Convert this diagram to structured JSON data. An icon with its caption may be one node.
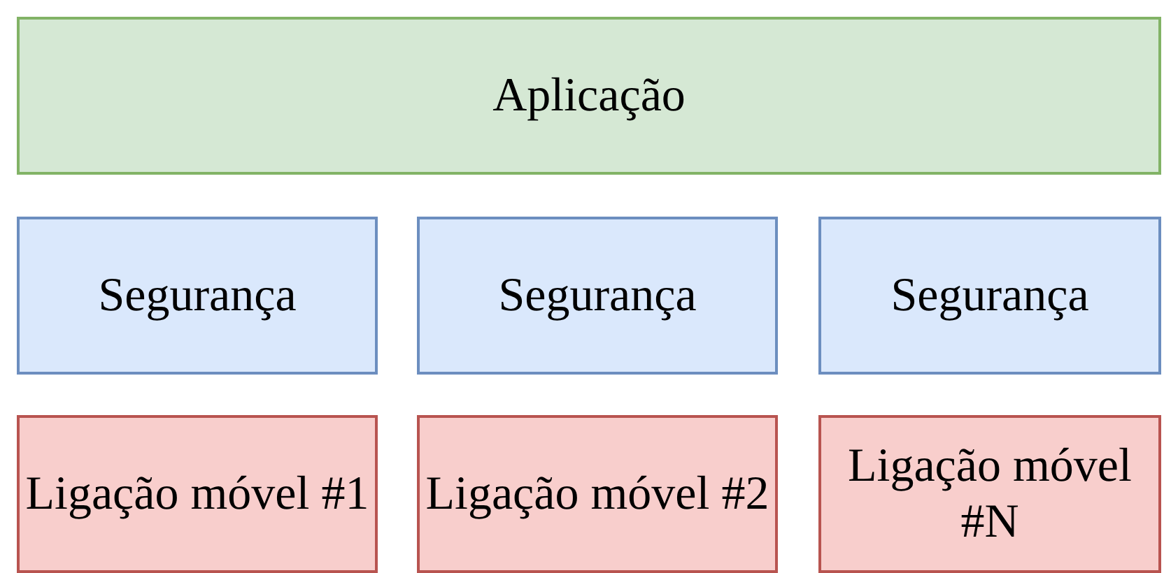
{
  "diagram": {
    "nodes": [
      {
        "text": [
          "Aplicação"
        ]
      },
      {
        "text": [
          "Segurança"
        ]
      },
      {
        "text": [
          "Segurança"
        ]
      },
      {
        "text": [
          "Segurança"
        ]
      },
      {
        "text": [
          "Ligação móvel #1"
        ]
      },
      {
        "text": [
          "Ligação móvel #2"
        ]
      },
      {
        "text": [
          "Ligação móvel #N"
        ]
      }
    ]
  }
}
